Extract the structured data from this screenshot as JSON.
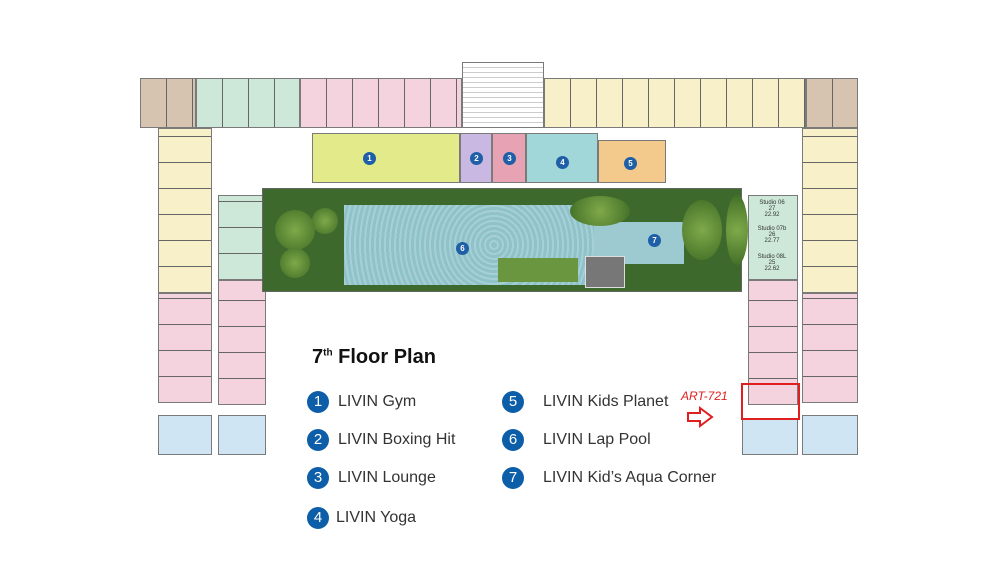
{
  "title": {
    "ordinal": "7",
    "suffix": "th",
    "text": "Floor Plan"
  },
  "legend": [
    {
      "num": "1",
      "label": "LIVIN Gym"
    },
    {
      "num": "2",
      "label": "LIVIN Boxing Hit"
    },
    {
      "num": "3",
      "label": "LIVIN Lounge"
    },
    {
      "num": "4",
      "label": "LIVIN Yoga"
    },
    {
      "num": "5",
      "label": "LIVIN Kids Planet"
    },
    {
      "num": "6",
      "label": "LIVIN Lap Pool"
    },
    {
      "num": "7",
      "label": "LIVIN Kid’s  Aqua Corner"
    }
  ],
  "annotation": {
    "label": "ART-721",
    "color": "#e02020"
  },
  "studios": [
    {
      "name": "Studio 06",
      "no": "27",
      "area": "22.92"
    },
    {
      "name": "Studio 07b",
      "no": "26",
      "area": "22.77"
    },
    {
      "name": "Studio 08L",
      "no": "25",
      "area": "22.62"
    }
  ],
  "colors": {
    "badge": "#0d5ea8",
    "gym": "#e3ea8a",
    "boxing": "#c9b9e2",
    "lounge": "#e7a3b3",
    "yoga": "#a2d7da",
    "kids": "#f3c98c",
    "pool": "#8fc2c9"
  }
}
